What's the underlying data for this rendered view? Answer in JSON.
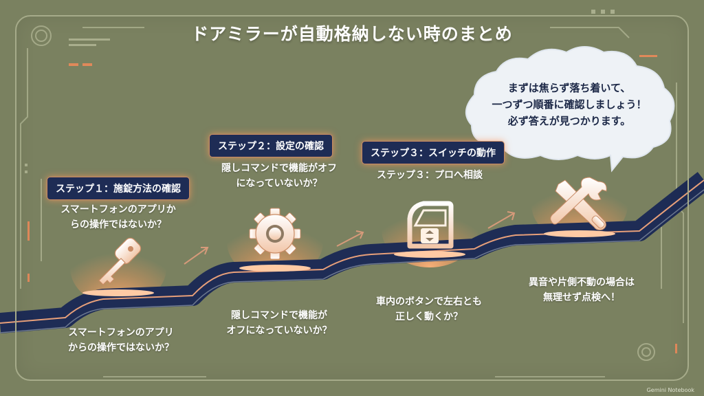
{
  "title": "ドアミラーが自動格納しない時のまとめ",
  "steps": [
    {
      "label": "ステップ１：施錠方法の確認",
      "upper_lines": [
        "スマートフォンのアプリか",
        "らの操作ではないか？"
      ],
      "lower_lines": [
        "スマートフォンのアプリ",
        "からの操作ではないか？"
      ],
      "icon": "car-key-icon"
    },
    {
      "label": "ステップ２：設定の確認",
      "upper_lines": [
        "隠しコマンドで機能がオフ",
        "になっていないか？"
      ],
      "lower_lines": [
        "隠しコマンドで機能が",
        "オフになっていないか？"
      ],
      "icon": "gear-icon"
    },
    {
      "label": "ステップ３：スイッチの動作",
      "upper_lines": [
        "ステップ３：プロへ相談"
      ],
      "lower_lines": [
        "車内のボタンで左右とも",
        "正しく動くか？"
      ],
      "icon": "car-door-switch-icon"
    },
    {
      "upper_lines": [],
      "lower_lines": [
        "異音や片側不動の場合は",
        "無理せず点検へ！"
      ],
      "icon": "tools-icon"
    }
  ],
  "bubble_lines": [
    "まずは焦らず落ち着いて、",
    "一つずつ順番に確認しましょう！",
    "必ず答えが見つかります。"
  ],
  "brand": "Gemini Notebook",
  "colors": {
    "background": "#7a8160",
    "label_bg": "#1e2c55",
    "path": "#1e2c55",
    "glow": "#ff9b5c",
    "bubble_text": "#1b2746"
  }
}
